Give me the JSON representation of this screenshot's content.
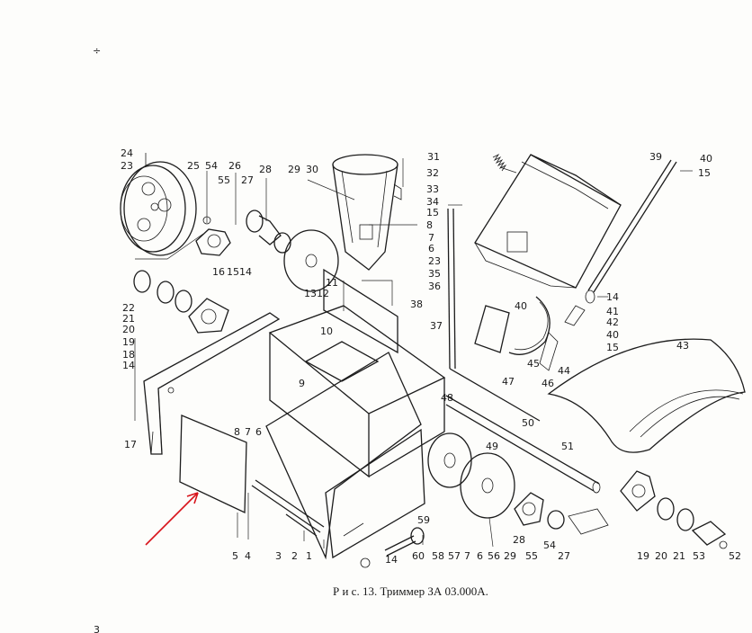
{
  "figure": {
    "caption": "Р и с. 13. Триммер  ЗА 03.000А.",
    "accent_color": "#d8141b"
  },
  "part_labels": [
    "24",
    "23",
    "25",
    "54",
    "26",
    "55",
    "27",
    "28",
    "29",
    "30",
    "31",
    "32",
    "33",
    "34",
    "8",
    "15",
    "7",
    "6",
    "23",
    "35",
    "36",
    "39",
    "40",
    "15",
    "14",
    "41",
    "42",
    "40",
    "15",
    "43",
    "44",
    "45",
    "46",
    "47",
    "40",
    "37",
    "38",
    "11",
    "13",
    "12",
    "10",
    "9",
    "16",
    "15",
    "14",
    "22",
    "21",
    "20",
    "19",
    "18",
    "14",
    "17",
    "8",
    "7",
    "6",
    "48",
    "50",
    "49",
    "51",
    "5",
    "4",
    "3",
    "2",
    "1",
    "14",
    "60",
    "59",
    "58",
    "57",
    "7",
    "6",
    "56",
    "29",
    "28",
    "55",
    "54",
    "27",
    "19",
    "20",
    "21",
    "53",
    "52"
  ],
  "stray_marks": [
    "÷",
    "3"
  ]
}
